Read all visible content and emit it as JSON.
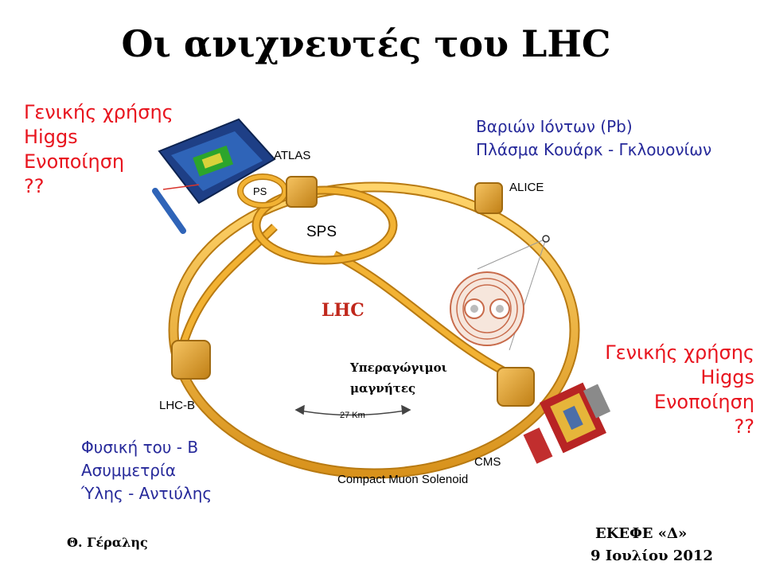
{
  "title": "Οι ανιχνευτές του LHC",
  "atlas_block": {
    "lines": [
      "Γενικής χρήσης",
      "Higgs",
      "Ενοποίηση",
      "??"
    ]
  },
  "alice_block": {
    "lines": [
      "Βαριών Ιόντων (Pb)",
      "Πλάσμα Κουάρκ - Γκλουονίων"
    ]
  },
  "cms_block": {
    "lines": [
      "Γενικής χρήσης",
      "Higgs",
      "Ενοποίηση",
      "??"
    ]
  },
  "lhcb_block": {
    "lines": [
      "Φυσική του - Β",
      "Ασυμμετρία",
      "Ύλης - Αντιύλης"
    ]
  },
  "diagram": {
    "atlas": "ATLAS",
    "ps": "PS",
    "sps": "SPS",
    "alice": "ALICE",
    "lhc": "LHC",
    "lhcb": "LHC-B",
    "length": "27 Km",
    "cms": "CMS",
    "cms_full": "Compact Muon Solenoid",
    "magnets": [
      "Υπεραγώγιμοι",
      "μαγνήτες"
    ]
  },
  "footer": {
    "author": "Θ. Γέραλης",
    "event": "ΕΚΕΦΕ «Δ»",
    "date": "9 Ιουλίου 2012"
  },
  "colors": {
    "ring": "#f2b233",
    "ring_dark": "#c98a18",
    "red_text": "#e8141e",
    "blue_text": "#26299a",
    "lhc_label": "#c0271b"
  }
}
